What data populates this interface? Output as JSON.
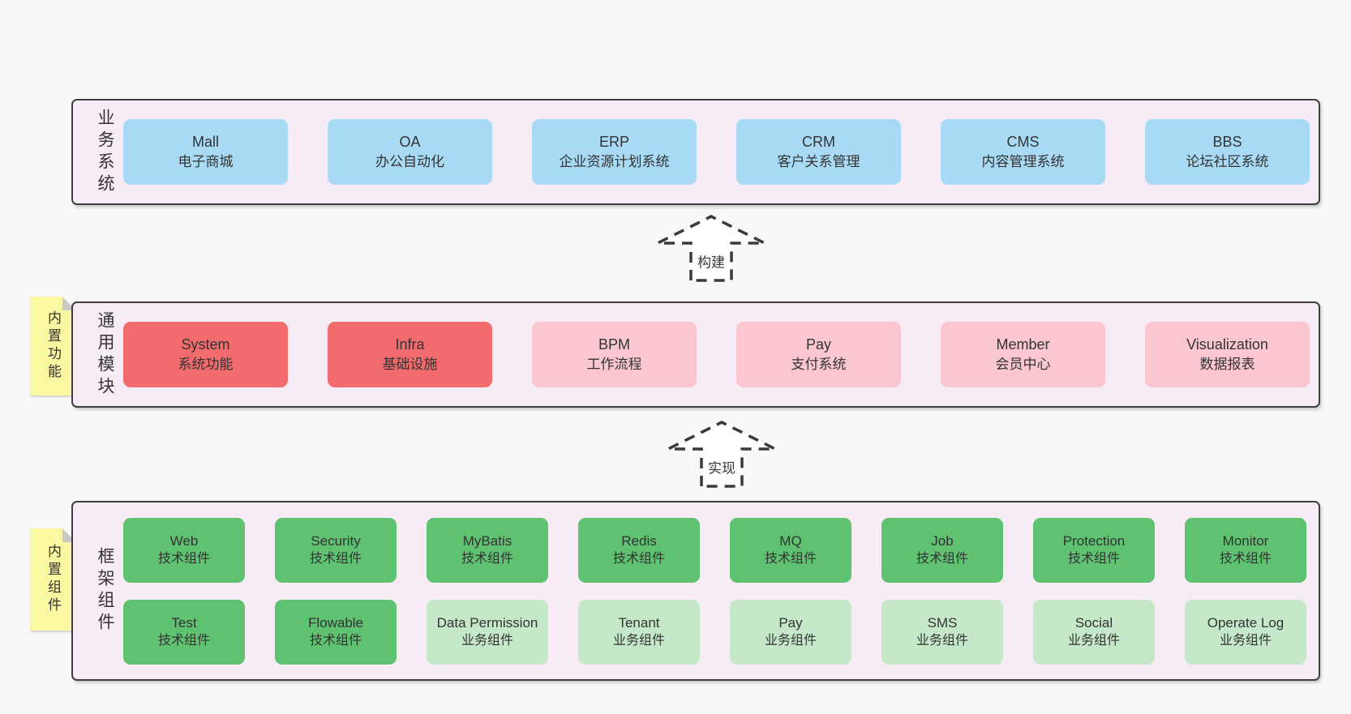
{
  "colors": {
    "page_background": "#f8f8f8",
    "container_fill": "#f7ecf5",
    "container_border": "#3f3f3f",
    "box_blue": "#a8daf5",
    "box_red": "#f26b6d",
    "box_pink": "#fac7d1",
    "box_green_dark": "#5ec271",
    "box_green_light": "#c5e9c8",
    "note_yellow": "#fbf8a2",
    "note_fold_gray": "#c9c9c9",
    "text": "#333333"
  },
  "arrows": {
    "build": "构建",
    "implement": "实现"
  },
  "layers": {
    "business": {
      "label": "业务系统",
      "boxes": [
        {
          "title": "Mall",
          "subtitle": "电子商城"
        },
        {
          "title": "OA",
          "subtitle": "办公自动化"
        },
        {
          "title": "ERP",
          "subtitle": "企业资源计划系统"
        },
        {
          "title": "CRM",
          "subtitle": "客户关系管理"
        },
        {
          "title": "CMS",
          "subtitle": "内容管理系统"
        },
        {
          "title": "BBS",
          "subtitle": "论坛社区系统"
        }
      ]
    },
    "common": {
      "note": "内置功能",
      "label": "通用模块",
      "boxes": [
        {
          "title": "System",
          "subtitle": "系统功能",
          "style": "red"
        },
        {
          "title": "Infra",
          "subtitle": "基础设施",
          "style": "red"
        },
        {
          "title": "BPM",
          "subtitle": "工作流程",
          "style": "pink"
        },
        {
          "title": "Pay",
          "subtitle": "支付系统",
          "style": "pink"
        },
        {
          "title": "Member",
          "subtitle": "会员中心",
          "style": "pink"
        },
        {
          "title": "Visualization",
          "subtitle": "数据报表",
          "style": "pink"
        }
      ]
    },
    "framework": {
      "note": "内置组件",
      "label": "框架组件",
      "row1": [
        {
          "title": "Web",
          "subtitle": "技术组件",
          "style": "green-dark"
        },
        {
          "title": "Security",
          "subtitle": "技术组件",
          "style": "green-dark"
        },
        {
          "title": "MyBatis",
          "subtitle": "技术组件",
          "style": "green-dark"
        },
        {
          "title": "Redis",
          "subtitle": "技术组件",
          "style": "green-dark"
        },
        {
          "title": "MQ",
          "subtitle": "技术组件",
          "style": "green-dark"
        },
        {
          "title": "Job",
          "subtitle": "技术组件",
          "style": "green-dark"
        },
        {
          "title": "Protection",
          "subtitle": "技术组件",
          "style": "green-dark"
        },
        {
          "title": "Monitor",
          "subtitle": "技术组件",
          "style": "green-dark"
        }
      ],
      "row2": [
        {
          "title": "Test",
          "subtitle": "技术组件",
          "style": "green-dark"
        },
        {
          "title": "Flowable",
          "subtitle": "技术组件",
          "style": "green-dark"
        },
        {
          "title": "Data Permission",
          "subtitle": "业务组件",
          "style": "green-light"
        },
        {
          "title": "Tenant",
          "subtitle": "业务组件",
          "style": "green-light"
        },
        {
          "title": "Pay",
          "subtitle": "业务组件",
          "style": "green-light"
        },
        {
          "title": "SMS",
          "subtitle": "业务组件",
          "style": "green-light"
        },
        {
          "title": "Social",
          "subtitle": "业务组件",
          "style": "green-light"
        },
        {
          "title": "Operate Log",
          "subtitle": "业务组件",
          "style": "green-light"
        }
      ]
    }
  }
}
